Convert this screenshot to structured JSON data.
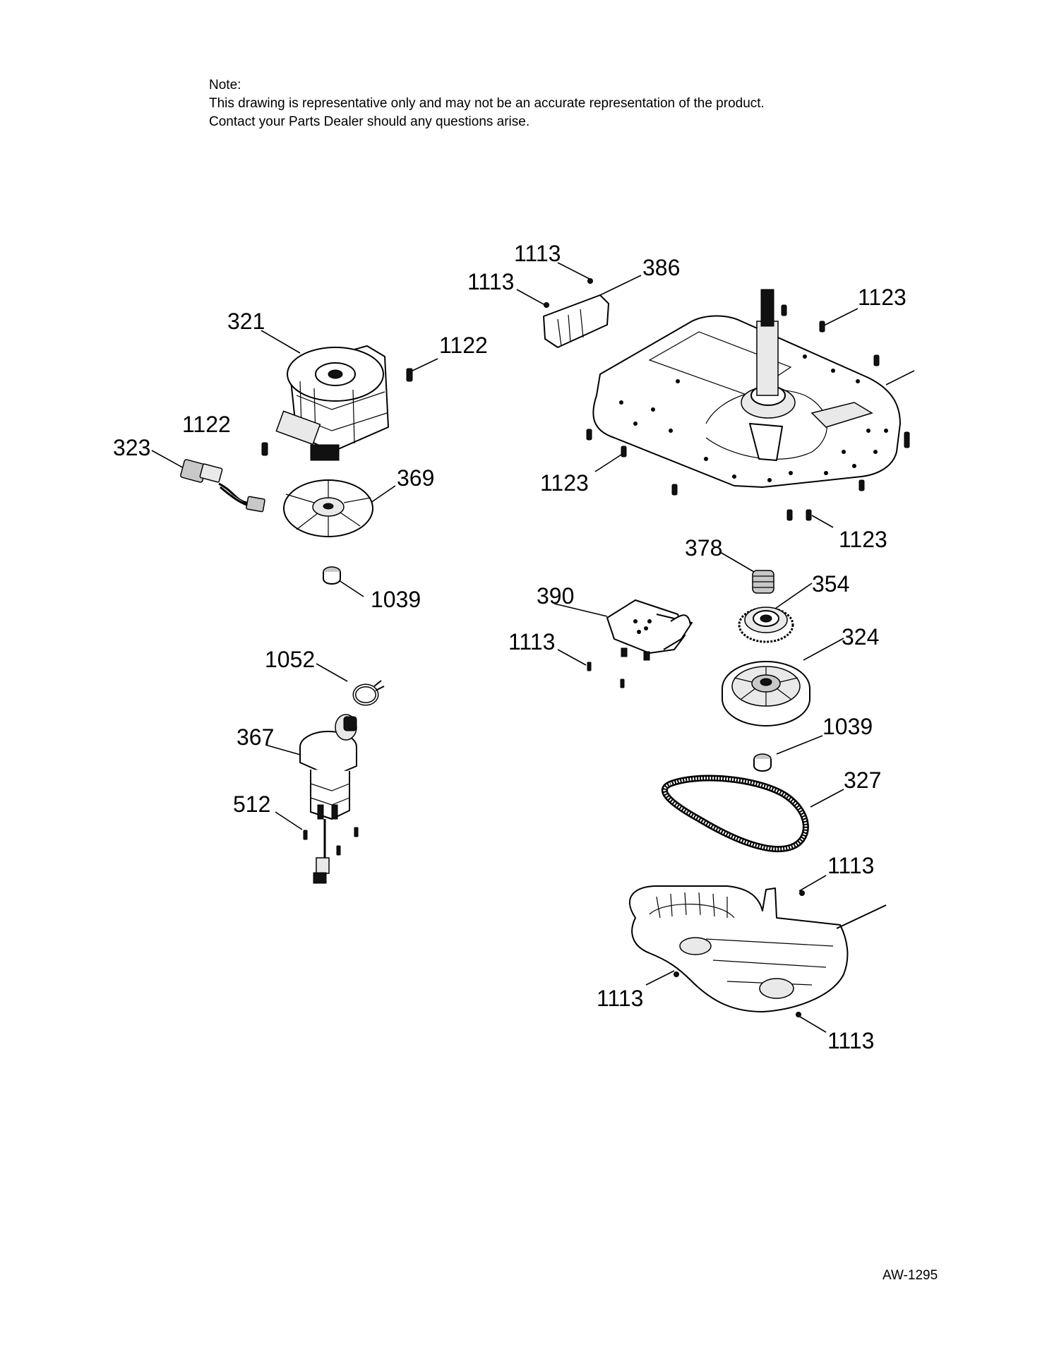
{
  "note": {
    "heading": "Note:",
    "line1": "This drawing is representative only and may not be an accurate representation of the product.",
    "line2": "Contact your Parts Dealer should any questions arise."
  },
  "drawing_id": "AW-1295",
  "callouts": {
    "screw_top_1": "1113",
    "screw_top_2": "1113",
    "cover_386": "386",
    "screw_1123_a": "1123",
    "motor_321": "321",
    "screw_1122_a": "1122",
    "screw_1122_b": "1122",
    "connector_323": "323",
    "pulley_369": "369",
    "screw_1123_b": "1123",
    "screw_1123_c": "1123",
    "spring_378": "378",
    "gear_354": "354",
    "switch_390": "390",
    "screw_1113_c": "1113",
    "pulley_324": "324",
    "nut_1039_a": "1039",
    "clamp_1052": "1052",
    "pump_367": "367",
    "nut_1039_b": "1039",
    "belt_327": "327",
    "screw_512": "512",
    "screw_1113_d": "1113",
    "screw_1113_e": "1113",
    "screw_1113_f": "1113"
  }
}
